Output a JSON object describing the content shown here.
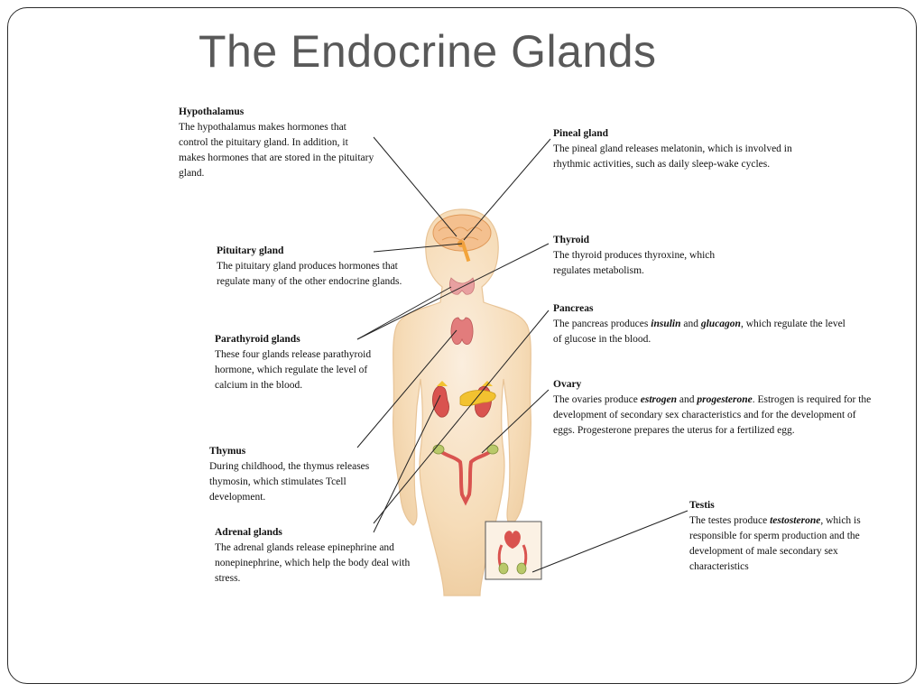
{
  "slide": {
    "title": "The Endocrine Glands"
  },
  "labels": {
    "hypothalamus": {
      "heading": "Hypothalamus",
      "text": "The hypothalamus makes hormones that control the pituitary gland.  In addition, it makes hormones that are stored in the pituitary gland."
    },
    "pineal": {
      "heading": "Pineal gland",
      "text": "The pineal gland releases melatonin, which is involved in rhythmic activities, such as daily sleep-wake cycles."
    },
    "pituitary": {
      "heading": "Pituitary gland",
      "text": "The pituitary gland produces hormones that regulate many of the other endocrine glands."
    },
    "thyroid": {
      "heading": "Thyroid",
      "text": "The thyroid produces thyroxine, which regulates metabolism."
    },
    "pancreas": {
      "heading": "Pancreas",
      "text_a": "The pancreas produces ",
      "em_1": "insulin",
      "text_b": " and ",
      "em_2": "glucagon",
      "text_c": ", which regulate the level of glucose in the blood."
    },
    "parathyroid": {
      "heading": "Parathyroid glands",
      "text": "These four glands release parathyroid hormone, which regulate the level of calcium in the blood."
    },
    "ovary": {
      "heading": "Ovary",
      "text_a": "The ovaries produce ",
      "em_1": "estrogen",
      "text_b": " and ",
      "em_2": "progesterone",
      "text_c": ".  Estrogen is required for the development of secondary sex characteristics and for the development of eggs.  Progesterone prepares the uterus for a fertilized egg."
    },
    "thymus": {
      "heading": "Thymus",
      "text": "During childhood, the thymus releases thymosin, which stimulates Tcell development."
    },
    "testis": {
      "heading": "Testis",
      "text_a": "The testes produce ",
      "em_1": "testosterone",
      "text_b": ", which is responsible for sperm production and the development of male secondary sex characteristics"
    },
    "adrenal": {
      "heading": "Adrenal glands",
      "text": "The adrenal glands release epinephrine and nonepinephrine, which help the body deal with stress."
    }
  },
  "colors": {
    "skin": "#f6dcb8",
    "skin_edge": "#e8c497",
    "brain": "#f0b27a",
    "gland_red": "#d9534f",
    "pancreas_yellow": "#f2c230",
    "thyroid_pink": "#e8a0a0",
    "line": "#222222"
  }
}
